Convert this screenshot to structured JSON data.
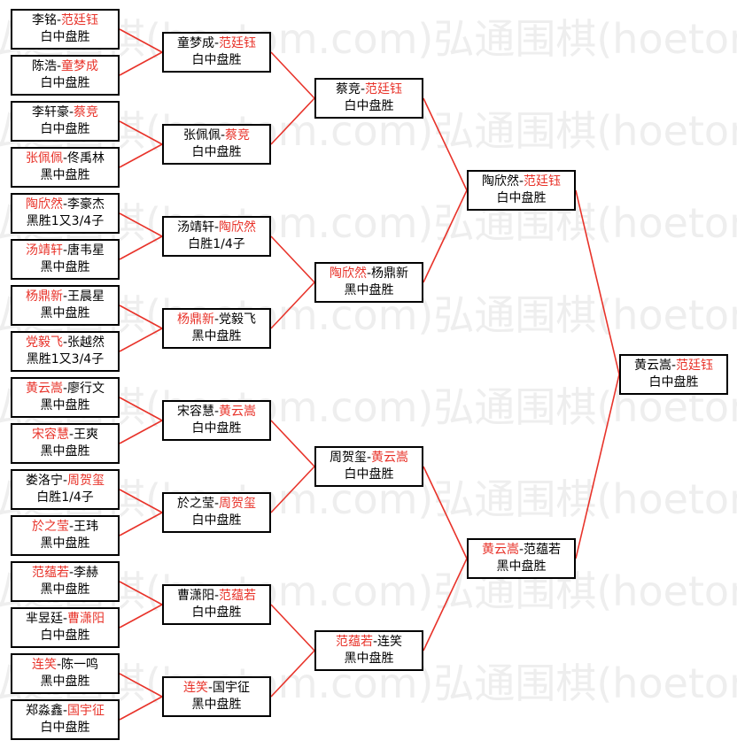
{
  "watermark": {
    "text": "弘通围棋(hoetom.com)弘通围棋(hoetom.com)弘通围棋(hoetom.com)"
  },
  "colors": {
    "winner": "#e8332a",
    "connector": "#e8332a",
    "border": "#000000",
    "text": "#000000"
  },
  "bracket": {
    "rounds": [
      {
        "matches": [
          {
            "a": "李铭",
            "b": "范廷钰",
            "winner": "b",
            "result": "白中盘胜"
          },
          {
            "a": "陈浩",
            "b": "童梦成",
            "winner": "b",
            "result": "白中盘胜"
          },
          {
            "a": "李轩豪",
            "b": "蔡竞",
            "winner": "b",
            "result": "白中盘胜"
          },
          {
            "a": "张佩佩",
            "b": "佟禹林",
            "winner": "a",
            "result": "黑中盘胜"
          },
          {
            "a": "陶欣然",
            "b": "李豪杰",
            "winner": "a",
            "result": "黑胜1又3/4子"
          },
          {
            "a": "汤靖轩",
            "b": "唐韦星",
            "winner": "a",
            "result": "黑中盘胜"
          },
          {
            "a": "杨鼎新",
            "b": "王晨星",
            "winner": "a",
            "result": "黑中盘胜"
          },
          {
            "a": "党毅飞",
            "b": "张越然",
            "winner": "a",
            "result": "黑胜1又3/4子"
          },
          {
            "a": "黄云嵩",
            "b": "廖行文",
            "winner": "a",
            "result": "黑中盘胜"
          },
          {
            "a": "宋容慧",
            "b": "王爽",
            "winner": "a",
            "result": "黑中盘胜"
          },
          {
            "a": "娄洛宁",
            "b": "周贺玺",
            "winner": "b",
            "result": "白胜1/4子"
          },
          {
            "a": "於之莹",
            "b": "王玮",
            "winner": "a",
            "result": "黑中盘胜"
          },
          {
            "a": "范蕴若",
            "b": "李赫",
            "winner": "a",
            "result": "黑中盘胜"
          },
          {
            "a": "芈昱廷",
            "b": "曹潇阳",
            "winner": "b",
            "result": "白中盘胜"
          },
          {
            "a": "连笑",
            "b": "陈一鸣",
            "winner": "a",
            "result": "黑中盘胜"
          },
          {
            "a": "郑淼鑫",
            "b": "国宇征",
            "winner": "b",
            "result": "白中盘胜"
          }
        ]
      },
      {
        "matches": [
          {
            "a": "童梦成",
            "b": "范廷钰",
            "winner": "b",
            "result": "白中盘胜"
          },
          {
            "a": "张佩佩",
            "b": "蔡竞",
            "winner": "b",
            "result": "白中盘胜"
          },
          {
            "a": "汤靖轩",
            "b": "陶欣然",
            "winner": "b",
            "result": "白胜1/4子"
          },
          {
            "a": "杨鼎新",
            "b": "党毅飞",
            "winner": "a",
            "result": "黑中盘胜"
          },
          {
            "a": "宋容慧",
            "b": "黄云嵩",
            "winner": "b",
            "result": "白中盘胜"
          },
          {
            "a": "於之莹",
            "b": "周贺玺",
            "winner": "b",
            "result": "白中盘胜"
          },
          {
            "a": "曹潇阳",
            "b": "范蕴若",
            "winner": "b",
            "result": "白中盘胜"
          },
          {
            "a": "连笑",
            "b": "国宇征",
            "winner": "a",
            "result": "黑中盘胜"
          }
        ]
      },
      {
        "matches": [
          {
            "a": "蔡竞",
            "b": "范廷钰",
            "winner": "b",
            "result": "白中盘胜"
          },
          {
            "a": "陶欣然",
            "b": "杨鼎新",
            "winner": "a",
            "result": "黑中盘胜"
          },
          {
            "a": "周贺玺",
            "b": "黄云嵩",
            "winner": "b",
            "result": "白中盘胜"
          },
          {
            "a": "范蕴若",
            "b": "连笑",
            "winner": "a",
            "result": "黑中盘胜"
          }
        ]
      },
      {
        "matches": [
          {
            "a": "陶欣然",
            "b": "范廷钰",
            "winner": "b",
            "result": "白中盘胜"
          },
          {
            "a": "黄云嵩",
            "b": "范蕴若",
            "winner": "a",
            "result": "黑中盘胜"
          }
        ]
      },
      {
        "matches": [
          {
            "a": "黄云嵩",
            "b": "范廷钰",
            "winner": "b",
            "result": "白中盘胜"
          }
        ]
      }
    ]
  }
}
